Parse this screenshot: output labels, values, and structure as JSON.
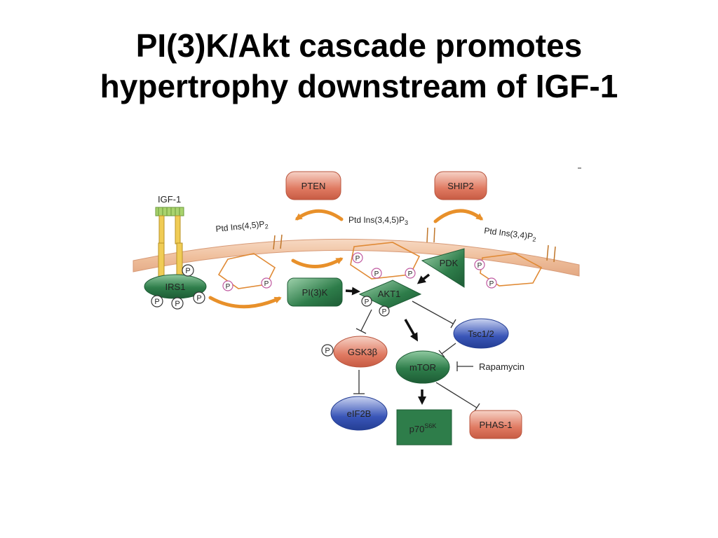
{
  "slide": {
    "title_line1": "PI(3)K/Akt cascade promotes",
    "title_line2": "hypertrophy downstream of IGF-1"
  },
  "diagram": {
    "receptor": "IGF-1",
    "lipids": {
      "pip2_45": "Ptd Ins(4,5)P",
      "pip2_45_sub": "2",
      "pip3": "Ptd Ins(3,4,5)P",
      "pip3_sub": "3",
      "pip2_34": "Ptd Ins(3,4)P",
      "pip2_34_sub": "2"
    },
    "nodes": {
      "pten": "PTEN",
      "ship2": "SHIP2",
      "irs1": "IRS1",
      "pi3k": "PI(3)K",
      "pdk": "PDK",
      "akt1": "AKT1",
      "tsc": "Tsc1/2",
      "gsk3b": "GSK3β",
      "mtor": "mTOR",
      "rapamycin": "Rapamycin",
      "eif2b": "eIF2B",
      "p70": "p70",
      "p70_sup": "S6K",
      "phas1": "PHAS-1"
    },
    "phospho": "P",
    "colors": {
      "membrane": "#f2c4a4",
      "arrow_orange": "#e8902a",
      "green": "#2e7d4a",
      "red_node": "#e07a62",
      "blue_node": "#3a56b8",
      "receptor": "#e6c040"
    }
  }
}
